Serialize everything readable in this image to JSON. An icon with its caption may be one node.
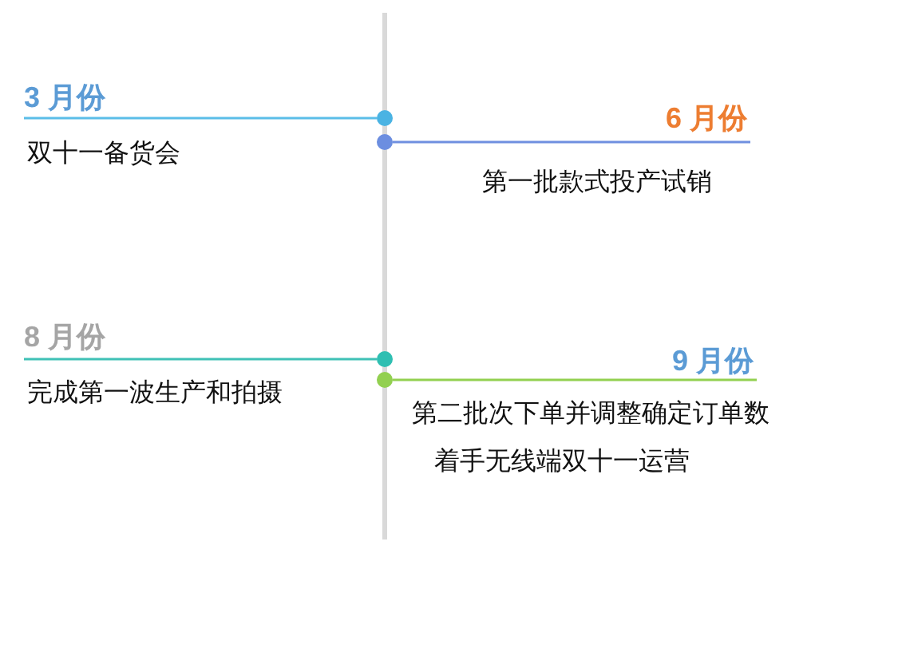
{
  "diagram": {
    "nodes": [
      {
        "text": [
          "3 月份",
          "双十一备货会"
        ]
      },
      {
        "text": [
          "6 月份",
          "第一批款式投产试销"
        ]
      },
      {
        "text": [
          "8 月份",
          "完成第一波生产和拍摄"
        ]
      },
      {
        "text": [
          "9 月份",
          "第二批次下单并调整确定订单数",
          "着手无线端双十一运营"
        ]
      },
      {
        "text": [],
        "shape": "circle"
      },
      {
        "text": [],
        "shape": "circle"
      },
      {
        "text": [],
        "shape": "circle"
      },
      {
        "text": [],
        "shape": "circle"
      }
    ],
    "edges": [
      {
        "from": 4,
        "to": 0,
        "arrow": "none",
        "color": "#5bbde8"
      },
      {
        "from": 5,
        "to": 1,
        "arrow": "none",
        "color": "#6f8fe0"
      },
      {
        "from": 6,
        "to": 2,
        "arrow": "none",
        "color": "#3fc1b6"
      },
      {
        "from": 7,
        "to": 3,
        "arrow": "none",
        "color": "#92d050"
      }
    ]
  }
}
